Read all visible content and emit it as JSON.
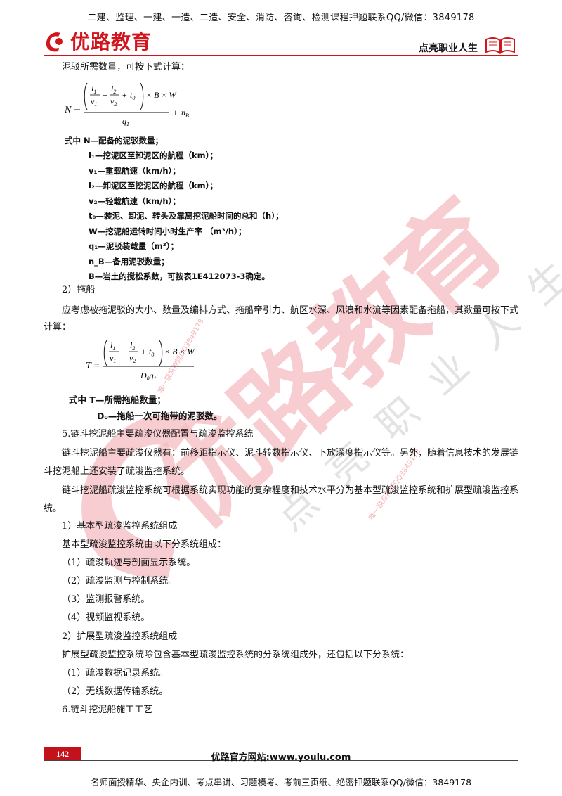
{
  "header": {
    "top_banner": "二建、监理、一建、一造、二造、安全、消防、咨询、检测课程押题联系QQ/微信：3849178",
    "logo_text": "优路教育",
    "slogan": "点亮职业人生"
  },
  "content": {
    "intro": "泥驳所需数量，可按下式计算：",
    "formula1": {
      "lhs": "N",
      "l1": "l",
      "l1_sub": "1",
      "v1": "v",
      "v1_sub": "1",
      "l2": "l",
      "l2_sub": "2",
      "v2": "v",
      "v2_sub": "2",
      "t0": "t",
      "t0_sub": "0",
      "rest": "× B × W",
      "q1": "q",
      "q1_sub": "1",
      "nb": "n",
      "nb_sub": "B"
    },
    "defs1": [
      {
        "text": "式中  N—配备的泥驳数量；"
      },
      {
        "text": "l₁—挖泥区至卸泥区的航程（km）；"
      },
      {
        "text": "v₁—重载航速（km/h）；"
      },
      {
        "text": "l₂—卸泥区至挖泥区的航程（km）；"
      },
      {
        "text": "v₂—轻载航速（km/h）；"
      },
      {
        "text": "t₀—装泥、卸泥、转头及靠离挖泥船时间的总和（h）；"
      },
      {
        "text": "W—挖泥船运转时间小时生产率 （m³/h）；"
      },
      {
        "text": "q₁—泥驳装载量（m³）；"
      },
      {
        "text": "n_B—备用泥驳数量；"
      },
      {
        "text": "B—岩土的搅松系数，可按表1E412073-3确定。"
      }
    ],
    "sec2_title": "2）拖船",
    "sec2_para": "应考虑被拖泥驳的大小、数量及编排方式、拖船牵引力、航区水深、风浪和水流等因素配备拖船，其数量可按下式计算：",
    "formula2": {
      "lhs": "T =",
      "den": "D",
      "den_sub": "0",
      "den_q": "q",
      "den_q_sub": "1"
    },
    "defs2": [
      {
        "text": "式中   T—所需拖船数量；"
      },
      {
        "text": "D₀—拖船一次可拖带的泥驳数。"
      }
    ],
    "sec5_title": "5.链斗挖泥船主要疏浚仪器配置与疏浚监控系统",
    "sec5_p1": "链斗挖泥船主要疏浚仪器有：前移距指示仪、泥斗转数指示仪、下放深度指示仪等。另外，随着信息技术的发展链斗挖泥船上还安装了疏浚监控系统。",
    "sec5_p2": "链斗挖泥船疏浚监控系统可根据系统实现功能的复杂程度和技术水平分为基本型疏浚监控系统和扩展型疏浚监控系统。",
    "sub1_title": "1）基本型疏浚监控系统组成",
    "sub1_intro": "基本型疏浚监控系统由以下分系统组成：",
    "sub1_items": [
      "（1）疏浚轨迹与剖面显示系统。",
      "（2）疏浚监测与控制系统。",
      "（3）监测报警系统。",
      "（4）视频监视系统。"
    ],
    "sub2_title": "2）扩展型疏浚监控系统组成",
    "sub2_intro": "扩展型疏浚监控系统除包含基本型疏浚监控系统的分系统组成外，还包括以下分系统：",
    "sub2_items": [
      "（1）疏浚数据记录系统。",
      "（2）无线数据传输系统。"
    ],
    "sec6_title": "6.链斗挖泥船施工工艺"
  },
  "watermark": {
    "big": "优路教育",
    "small": "点亮职业人生",
    "qq1": "唯一联系押题QQ3849178",
    "qq2": "唯一联系押题QQ3849178"
  },
  "footer": {
    "page_number": "142",
    "site": "优路官方网站:www.youlu.com",
    "bottom_banner": "名师面授精华、央企内训、考点串讲、习题模考、考前三页纸、绝密押题联系QQ/微信：3849178"
  },
  "colors": {
    "brand_red": "#d2141c",
    "watermark_pink": "#f6c8cc"
  }
}
